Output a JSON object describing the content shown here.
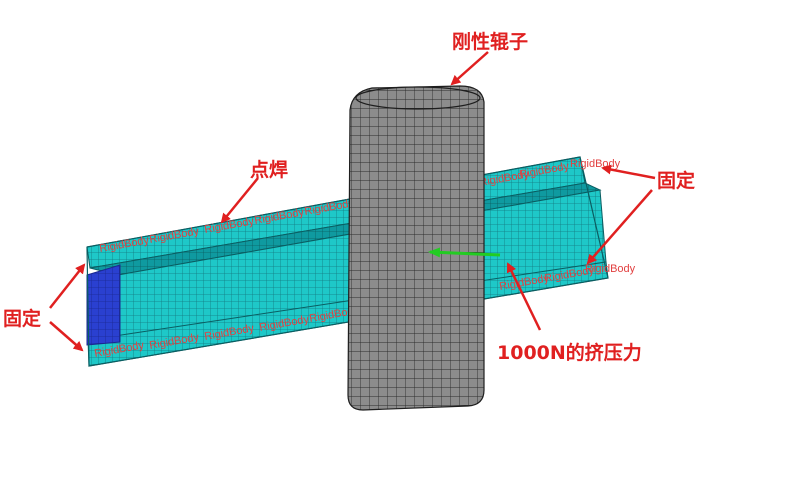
{
  "labels": {
    "roller": "刚性辊子",
    "weld": "点焊",
    "fixed_right": "固定",
    "fixed_left": "固定",
    "force": "1000N的挤压力"
  },
  "tags": {
    "rigid_body": "RigidBody"
  },
  "colors": {
    "annotation": "#e02020",
    "beam_face": "#1ec8c8",
    "beam_end": "#2a40d0",
    "roller": "#8c8c8c",
    "mesh_line": "#1f2a3a",
    "force_arrow": "#22cc22"
  }
}
